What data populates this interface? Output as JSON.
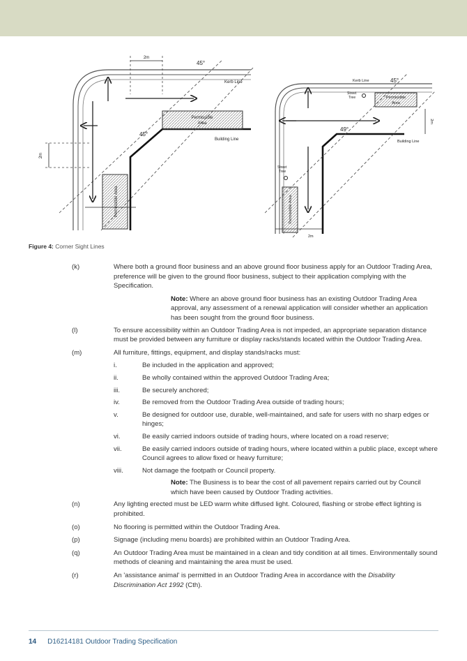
{
  "figure": {
    "caption_label": "Figure 4:",
    "caption_text": "Corner Sight Lines",
    "left": {
      "dim_top": "2m",
      "angle_top": "45°",
      "kerb": "Kerb Line",
      "permissible_1": "Permissible",
      "permissible_2": "Area",
      "angle_corner": "45°",
      "building": "Building Line",
      "dim_side": "2m",
      "vertical_permissible": "Permissible Area"
    },
    "right": {
      "kerb": "Kerb Line",
      "angle_top": "45°",
      "street_tree_1a": "Street",
      "street_tree_1b": "Tree",
      "permissible_1": "Permissible",
      "permissible_2": "Area",
      "dim_side": "2m",
      "angle_corner": "49°",
      "building": "Building Line",
      "street_tree_2a": "Street",
      "street_tree_2b": "Tree",
      "vertical_permissible": "Permissible Area",
      "dim_bottom": "2m"
    }
  },
  "items": {
    "k": {
      "label": "(k)",
      "text": "Where both a ground floor business and an above ground floor business apply for an Outdoor Trading Area, preference will be given to the ground floor business, subject to their application complying with the Specification."
    },
    "note_k": {
      "label": "Note:",
      "text": " Where an above ground floor business has an existing Outdoor Trading Area approval, any assessment of a renewal application will consider whether an application has been sought from the ground floor business."
    },
    "l": {
      "label": "(l)",
      "text": "To ensure accessibility within an Outdoor Trading Area is not impeded, an appropriate separation distance must be provided between any furniture or display racks/stands located within the Outdoor Trading Area."
    },
    "m": {
      "label": "(m)",
      "text": "All furniture, fittings, equipment, and display stands/racks must:"
    },
    "m_subs": [
      {
        "label": "i.",
        "text": "Be included in the application and approved;"
      },
      {
        "label": "ii.",
        "text": "Be wholly contained within the approved Outdoor Trading Area;"
      },
      {
        "label": "iii.",
        "text": "Be securely anchored;"
      },
      {
        "label": "iv.",
        "text": "Be removed from the Outdoor Trading Area outside of trading hours;"
      },
      {
        "label": "v.",
        "text": "Be designed for outdoor use, durable, well-maintained, and safe for users with no sharp edges or hinges;"
      },
      {
        "label": "vi.",
        "text": "Be easily carried indoors outside of trading hours, where located on a road reserve;"
      },
      {
        "label": "vii.",
        "text": "Be easily carried indoors outside of trading hours, where located within a public place, except where Council agrees to allow fixed or heavy furniture;"
      },
      {
        "label": "viii.",
        "text": "Not damage the footpath or Council property."
      }
    ],
    "note_m": {
      "label": "Note:",
      "text": " The Business is to bear the cost of all pavement repairs carried out by Council which have been caused by Outdoor Trading activities."
    },
    "n": {
      "label": "(n)",
      "text": "Any lighting erected must be LED warm white diffused light. Coloured, flashing or strobe effect lighting is prohibited."
    },
    "o": {
      "label": "(o)",
      "text": "No flooring is permitted within the Outdoor Trading Area."
    },
    "p": {
      "label": "(p)",
      "text": "Signage (including menu boards) are prohibited within an Outdoor Trading Area."
    },
    "q": {
      "label": "(q)",
      "text": "An Outdoor Trading Area must be maintained in a clean and tidy condition at all times. Environmentally sound methods of cleaning and maintaining the area must be used."
    },
    "r": {
      "label": "(r)",
      "text_before": "An 'assistance animal' is permitted in an Outdoor Trading Area in accordance with the ",
      "text_italic": "Disability Discrimination Act 1992",
      "text_after": " (Cth)."
    }
  },
  "footer": {
    "page": "14",
    "doc": "D16214181 Outdoor Trading Specification"
  }
}
